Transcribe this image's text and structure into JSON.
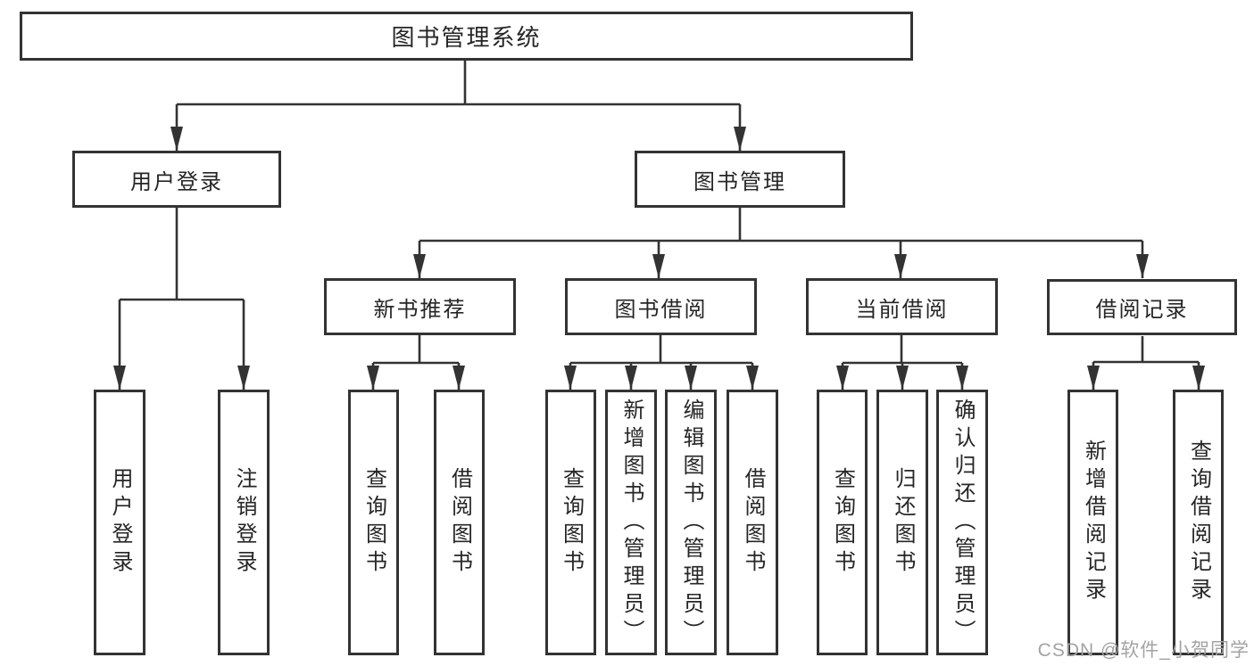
{
  "colors": {
    "line": "#333333",
    "text": "#262626",
    "bg": "#ffffff",
    "watermark": "#a3a3a3"
  },
  "watermark": "CSDN @软件_小贺同学",
  "tree": {
    "root": {
      "label": "图书管理系统",
      "children": [
        {
          "label": "用户登录",
          "children": [
            {
              "label": "用户登录"
            },
            {
              "label": "注销登录"
            }
          ]
        },
        {
          "label": "图书管理",
          "children": [
            {
              "label": "新书推荐",
              "children": [
                {
                  "label": "查询图书"
                },
                {
                  "label": "借阅图书"
                }
              ]
            },
            {
              "label": "图书借阅",
              "children": [
                {
                  "label": "查询图书"
                },
                {
                  "label": "新增图书（管理员）"
                },
                {
                  "label": "编辑图书（管理员）"
                },
                {
                  "label": "借阅图书"
                }
              ]
            },
            {
              "label": "当前借阅",
              "children": [
                {
                  "label": "查询图书"
                },
                {
                  "label": "归还图书"
                },
                {
                  "label": "确认归还（管理员）"
                }
              ]
            },
            {
              "label": "借阅记录",
              "children": [
                {
                  "label": "新增借阅记录"
                },
                {
                  "label": "查询借阅记录"
                }
              ]
            }
          ]
        }
      ]
    }
  }
}
